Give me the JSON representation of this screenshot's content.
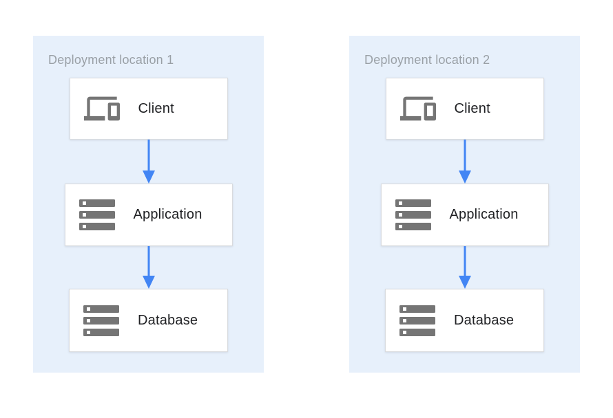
{
  "colors": {
    "page-bg": "#ffffff",
    "panel-bg": "#e7f0fb",
    "node-bg": "#ffffff",
    "node-border": "#d9dbde",
    "title-text": "#9aa0a6",
    "label-text": "#202124",
    "icon-gray": "#757575",
    "arrow-blue": "#4285f4"
  },
  "diagram": {
    "type": "architecture-diagram",
    "panels": [
      {
        "title": "Deployment location 1",
        "nodes": [
          {
            "label": "Client",
            "icon": "devices-icon"
          },
          {
            "label": "Application",
            "icon": "server-stack-icon"
          },
          {
            "label": "Database",
            "icon": "server-stack-icon"
          }
        ],
        "connections": [
          {
            "from": "Client",
            "to": "Application",
            "style": "arrow-down"
          },
          {
            "from": "Application",
            "to": "Database",
            "style": "arrow-down"
          }
        ]
      },
      {
        "title": "Deployment location 2",
        "nodes": [
          {
            "label": "Client",
            "icon": "devices-icon"
          },
          {
            "label": "Application",
            "icon": "server-stack-icon"
          },
          {
            "label": "Database",
            "icon": "server-stack-icon"
          }
        ],
        "connections": [
          {
            "from": "Client",
            "to": "Application",
            "style": "arrow-down"
          },
          {
            "from": "Application",
            "to": "Database",
            "style": "arrow-down"
          }
        ]
      }
    ]
  }
}
